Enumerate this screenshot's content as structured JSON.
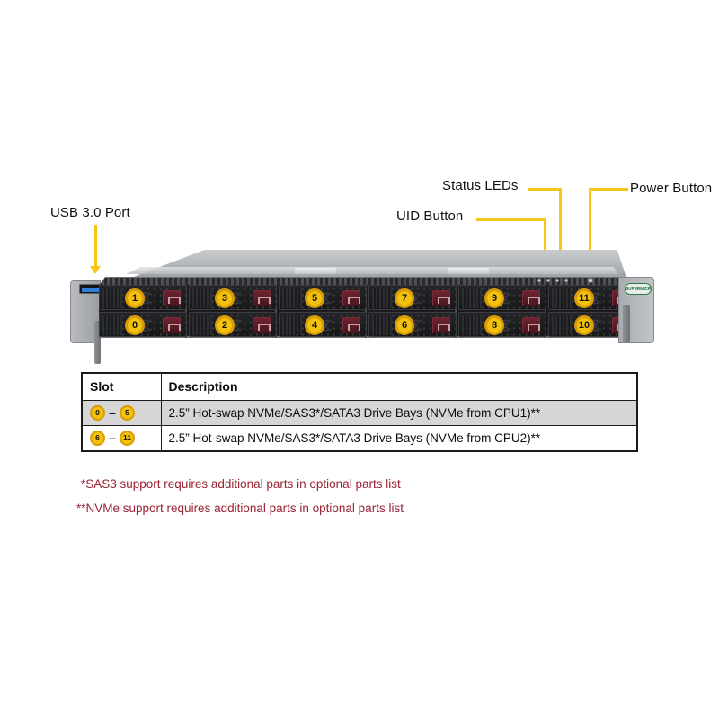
{
  "figure": {
    "callouts": [
      {
        "id": "usb-3-0-port",
        "label": "USB 3.0 Port"
      },
      {
        "id": "uid-button",
        "label": "UID Button"
      },
      {
        "id": "status-leds",
        "label": "Status LEDs"
      },
      {
        "id": "power-button",
        "label": "Power Button"
      }
    ],
    "chassis": {
      "vendor_logo_text": "SUPERMICR",
      "drive_bay_numbers_top": [
        "1",
        "3",
        "5",
        "7",
        "9",
        "11"
      ],
      "drive_bay_numbers_bottom": [
        "0",
        "2",
        "4",
        "6",
        "8",
        "10"
      ]
    }
  },
  "table": {
    "headers": {
      "slot": "Slot",
      "description": "Description"
    },
    "rows": [
      {
        "slot_from": "0",
        "slot_dash": "–",
        "slot_to": "5",
        "description": "2.5” Hot-swap NVMe/SAS3*/SATA3 Drive Bays (NVMe from CPU1)**"
      },
      {
        "slot_from": "6",
        "slot_dash": "–",
        "slot_to": "11",
        "description": "2.5” Hot-swap NVMe/SAS3*/SATA3 Drive Bays (NVMe from CPU2)**"
      }
    ]
  },
  "footnotes": [
    "*SAS3 support requires additional parts in optional parts list",
    "**NVMe support requires additional parts in optional parts list"
  ],
  "colors": {
    "callout_line": "#F5C518",
    "bay_number_fill": "#F2C20C",
    "bay_number_ring": "#D99B07",
    "footnote_text": "#9B2335",
    "table_row_shade": "#D6D6D6"
  }
}
